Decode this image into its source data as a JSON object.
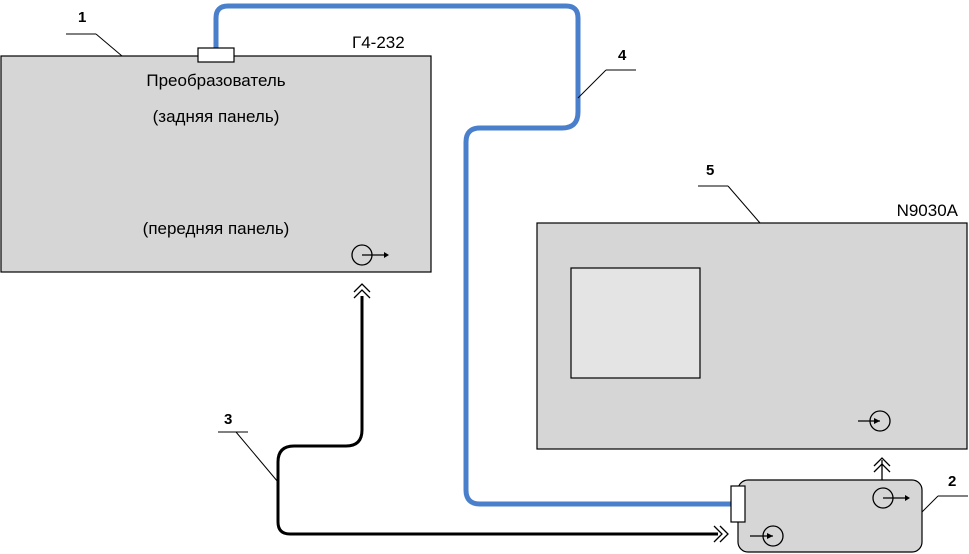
{
  "callouts": {
    "n1": "1",
    "n2": "2",
    "n3": "3",
    "n4": "4",
    "n5": "5"
  },
  "converter": {
    "model": "Г4-232",
    "title": "Преобразователь",
    "rear_panel": "(задняя панель)",
    "front_panel": "(передняя панель)"
  },
  "analyzer": {
    "model": "N9030A"
  },
  "colors": {
    "device_fill": "#d6d6d6",
    "screen_fill": "#e4e4e4",
    "blue_cable": "#4a7fcc",
    "black_cable": "#000000"
  },
  "icons": {
    "output_connector": "circle-arrow-right-icon",
    "cable_connector": "double-chevron-icon"
  }
}
